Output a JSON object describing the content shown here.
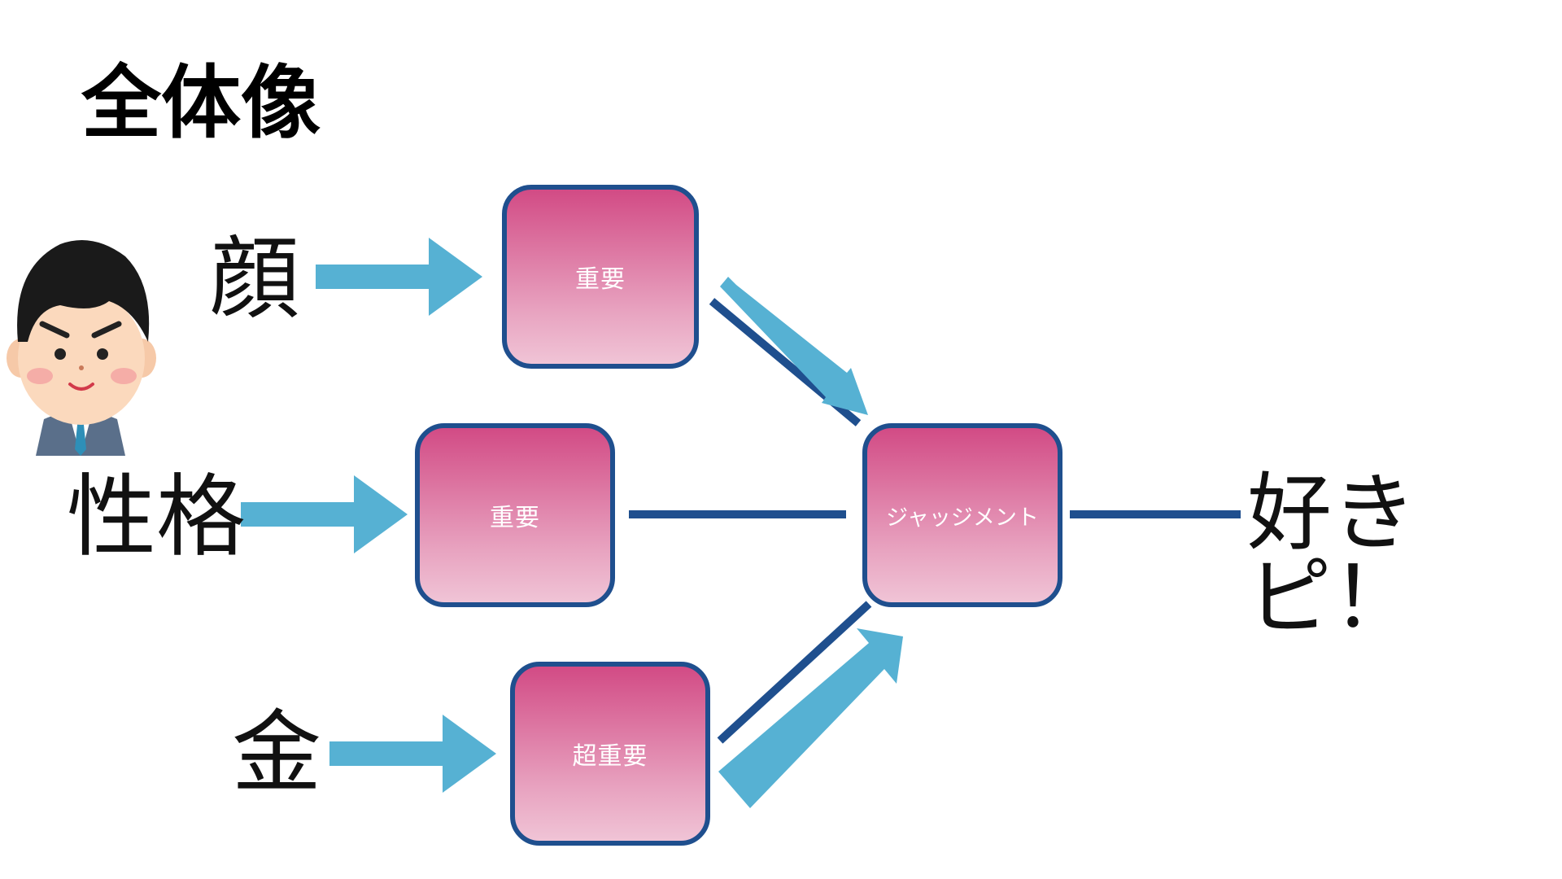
{
  "title": "全体像",
  "factors": {
    "face": "顔",
    "personality": "性格",
    "money": "金"
  },
  "boxes": {
    "face": "重要",
    "personality": "重要",
    "money": "超重要",
    "judgement": "ジャッジメント"
  },
  "result": "好きピ！",
  "icons": {
    "person": "businessman-avatar-icon"
  },
  "colors": {
    "arrow_light": "#56b1d3",
    "connector_dark": "#1f4f8e",
    "box_top": "#d24b85",
    "box_bottom": "#f0c4d6"
  }
}
